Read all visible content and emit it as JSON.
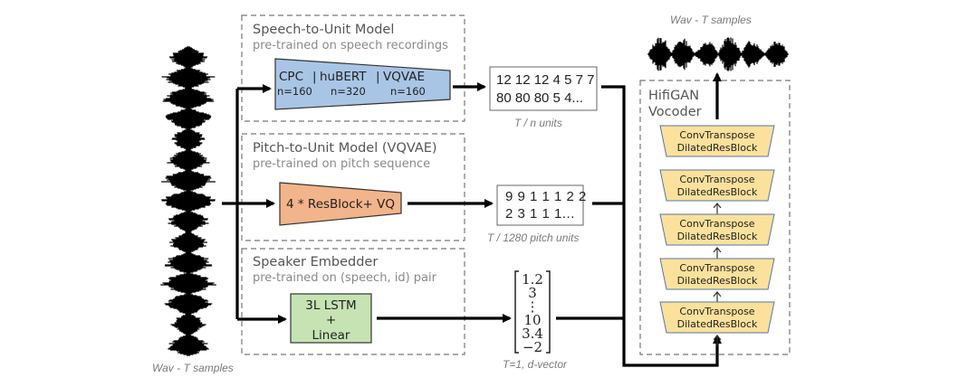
{
  "input": {
    "caption": "Wav - T samples",
    "icon": "waveform-icon"
  },
  "speech_to_unit": {
    "title": "Speech-to-Unit Model",
    "subtitle": "pre-trained on speech recordings",
    "encoder_label": "CPC  | huBERT | VQVAE",
    "options": [
      {
        "name": "CPC",
        "n": "n=160"
      },
      {
        "name": "huBERT",
        "n": "n=320"
      },
      {
        "name": "VQVAE",
        "n": "n=160"
      }
    ],
    "fill_color": "#a9c5e6",
    "output_line1": "12 12 12 4 5 7 7",
    "output_line2": "80 80 80 5 4...",
    "output_caption": "T / n units"
  },
  "pitch_to_unit": {
    "title": "Pitch-to-Unit Model (VQVAE)",
    "subtitle": "pre-trained on pitch sequence",
    "encoder_label": "4 * ResBlock+ VQ",
    "fill_color": "#f2b48a",
    "output_line1": "9 9 1 1 1 2 2",
    "output_line2": "2 3 1 1 1...",
    "output_caption": "T / 1280 pitch units"
  },
  "speaker_embedder": {
    "title": "Speaker Embedder",
    "subtitle": "pre-trained on (speech, id) pair",
    "model_lines": [
      "3L LSTM",
      "+",
      "Linear"
    ],
    "fill_color": "#c6e3b4",
    "vector_values": [
      "1.2",
      "3",
      "⋮",
      "10",
      "3.4",
      "−2"
    ],
    "output_caption": "T=1, d-vector"
  },
  "vocoder": {
    "title_line1": "HifiGAN",
    "title_line2": "Vocoder",
    "block_fill_color": "#fbe19b",
    "blocks": [
      {
        "line1": "ConvTranspose",
        "line2": "DilatedResBlock"
      },
      {
        "line1": "ConvTranspose",
        "line2": "DilatedResBlock"
      },
      {
        "line1": "ConvTranspose",
        "line2": "DilatedResBlock"
      },
      {
        "line1": "ConvTranspose",
        "line2": "DilatedResBlock"
      },
      {
        "line1": "ConvTranspose",
        "line2": "DilatedResBlock"
      }
    ]
  },
  "output": {
    "caption": "Wav - T samples",
    "icon": "waveform-icon"
  }
}
